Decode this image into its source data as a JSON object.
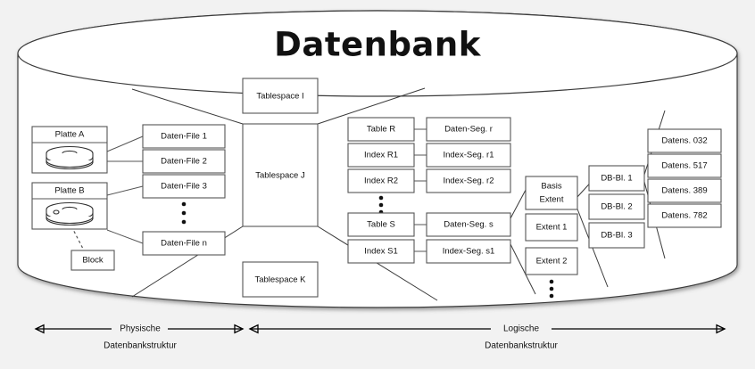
{
  "title": "Datenbank",
  "physical": {
    "disks": [
      {
        "label": "Platte A",
        "icon": "disk-stack-icon"
      },
      {
        "label": "Platte B",
        "icon": "disk-stack-icon"
      }
    ],
    "block": "Block",
    "data_files": [
      "Daten-File 1",
      "Daten-File 2",
      "Daten-File 3",
      "Daten-File n"
    ],
    "ellipsis": "vertical-ellipsis"
  },
  "tablespaces": [
    "Tablespace I",
    "Tablespace J",
    "Tablespace K"
  ],
  "objects": [
    "Table R",
    "Index R1",
    "Index R2",
    "Table S",
    "Index S1"
  ],
  "segments": [
    "Daten-Seg. r",
    "Index-Seg. r1",
    "Index-Seg. r2",
    "Daten-Seg. s",
    "Index-Seg. s1"
  ],
  "extents": [
    "Basis Extent",
    "Extent 1",
    "Extent 2"
  ],
  "extents_lines": {
    "basis_top": "Basis",
    "basis_bottom": "Extent"
  },
  "db_blocks": [
    "DB-Bl. 1",
    "DB-Bl. 2",
    "DB-Bl. 3"
  ],
  "records": [
    "Datens. 032",
    "Datens. 517",
    "Datens. 389",
    "Datens. 782"
  ],
  "captions": {
    "physical_line1": "Physische",
    "physical_line2": "Datenbankstruktur",
    "logical_line1": "Logische",
    "logical_line2": "Datenbankstruktur"
  },
  "colors": {
    "background": "#f2f2f2",
    "stroke": "#3a3a3a",
    "box_stroke": "#555555",
    "fill": "#ffffff",
    "text": "#111111"
  }
}
